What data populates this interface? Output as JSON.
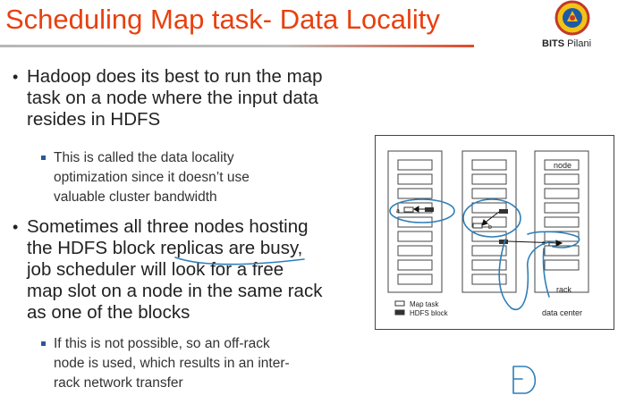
{
  "title": "Scheduling Map task- Data Locality",
  "logo": {
    "text_bold": "BITS",
    "text_rest": " Pilani"
  },
  "bullets": [
    {
      "text": "Hadoop does its best to run the map task on a node where the input data resides in HDFS",
      "lines": [
        "Hadoop does its best to run the map",
        "task on a node where the input data",
        "resides in HDFS"
      ],
      "sub": {
        "lines": [
          "This is called the data locality",
          "optimization since it doesn’t use",
          "valuable cluster bandwidth"
        ]
      }
    },
    {
      "lines": [
        "Sometimes all three nodes hosting",
        "the HDFS block replicas are busy,",
        "job scheduler will look for a free",
        "map slot on a node in the same rack",
        "as one of the blocks"
      ],
      "sub": {
        "lines": [
          "If this is not possible, so an off-rack",
          "node is used, which results in an inter-",
          "rack network transfer"
        ]
      }
    }
  ],
  "diagram": {
    "node_label": "node",
    "rack_label": "rack",
    "datacenter_label": "data center",
    "legend_map_task": "Map task",
    "legend_hdfs_block": "HDFS block",
    "label_a": "a",
    "label_b": "b",
    "label_c": "c"
  },
  "colors": {
    "title": "#e8400f",
    "ink": "#2e7fb8",
    "sub_bullet": "#2b5797"
  }
}
